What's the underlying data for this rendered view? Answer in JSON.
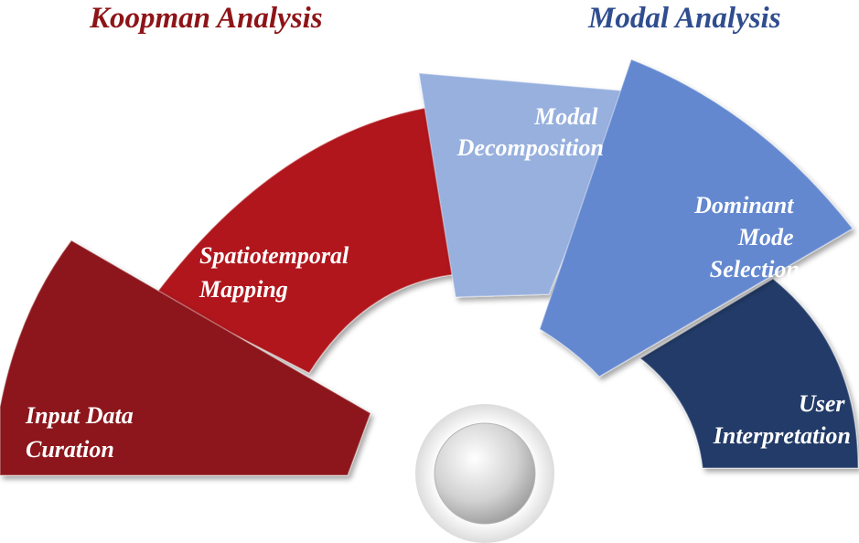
{
  "headings": {
    "koopman": {
      "text": "Koopman Analysis",
      "color": "#8e1418"
    },
    "modal": {
      "text": "Modal Analysis",
      "color": "#2f4d8f"
    }
  },
  "segments": [
    {
      "id": "input-data-curation",
      "lines": [
        "Input Data",
        "Curation"
      ],
      "color": "#8c181a"
    },
    {
      "id": "spatiotemporal-mapping",
      "lines": [
        "Spatiotemporal",
        "Mapping"
      ],
      "color": "#b0191d"
    },
    {
      "id": "modal-decomposition",
      "lines": [
        "Modal",
        "Decomposition"
      ],
      "color": "#97b0de"
    },
    {
      "id": "dominant-mode-selection",
      "lines": [
        "Dominant",
        "Mode",
        "Selection"
      ],
      "color": "#6388d0"
    },
    {
      "id": "user-interpretation",
      "lines": [
        "User",
        "Interpretation"
      ],
      "color": "#223a68"
    }
  ],
  "hub": {
    "icon": "sphere-button-icon",
    "color": "#c9c9c9"
  }
}
